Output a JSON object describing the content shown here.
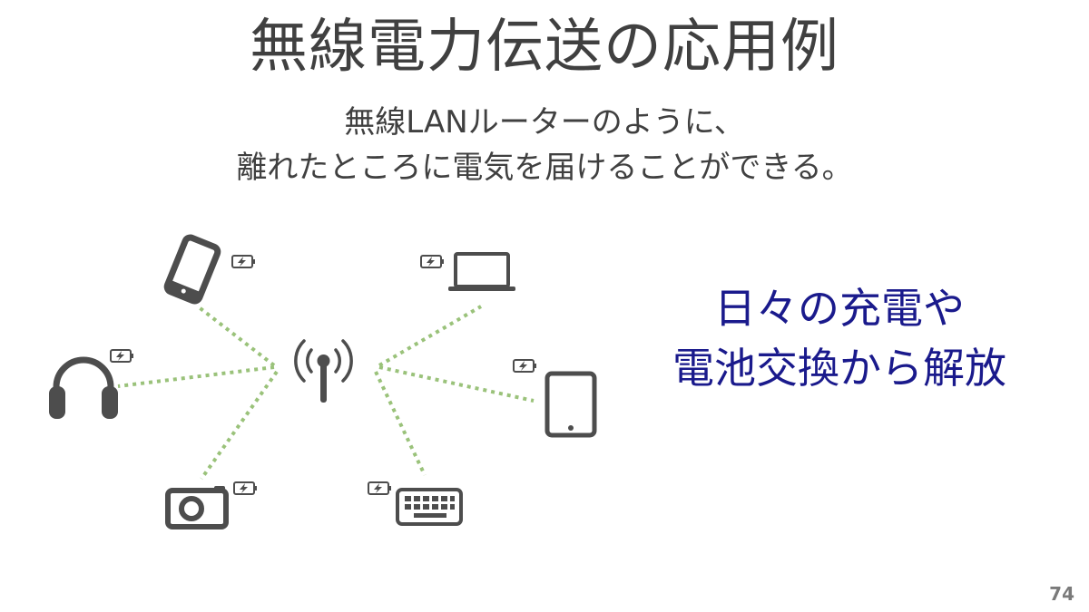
{
  "slide": {
    "title": "無線電力伝送の応用例",
    "subtitle_line1": "無線LANルーターのように、",
    "subtitle_line2": "離れたところに電気を届けることができる。",
    "emphasis_line1": "日々の充電や",
    "emphasis_line2": "電池交換から解放",
    "page_number": "74"
  },
  "diagram": {
    "center": "antenna-icon",
    "devices": [
      "smartphone-icon",
      "headphones-icon",
      "camera-icon",
      "laptop-icon",
      "tablet-icon",
      "keyboard-icon"
    ],
    "badge_icon": "battery-charging-icon"
  },
  "colors": {
    "title": "#404040",
    "emphasis": "#1a1a8c",
    "beam": "#9ac27a",
    "device": "#4d4d4d"
  }
}
